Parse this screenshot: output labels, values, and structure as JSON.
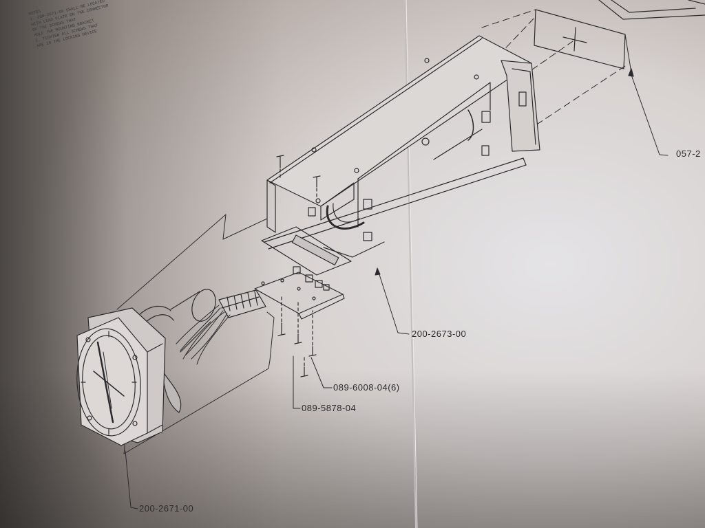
{
  "notes": {
    "title": "NOTES",
    "line1": "1. 200-2671-00 SHALL BE LOCATED",
    "line2": "   WITH LEAD PLATE ON THE CONNECTOR",
    "line3": "   OF THE SCREWS THAT",
    "line4": "   HOLD THE MOUNTING BRACKET",
    "line5": "2. TIGHTEN ALL SCREWS THAT",
    "line6": "   ARE IN THE LOCKING DEVICE"
  },
  "callouts": {
    "bracket_assembly": "200-2673-00",
    "screw_six": "089-6008-04(6)",
    "screw_single": "089-5878-04",
    "indicator": "200-2671-00",
    "window": "057-2"
  },
  "colors": {
    "paper": "#d9d4d2",
    "ink": "#2a2a2e"
  }
}
